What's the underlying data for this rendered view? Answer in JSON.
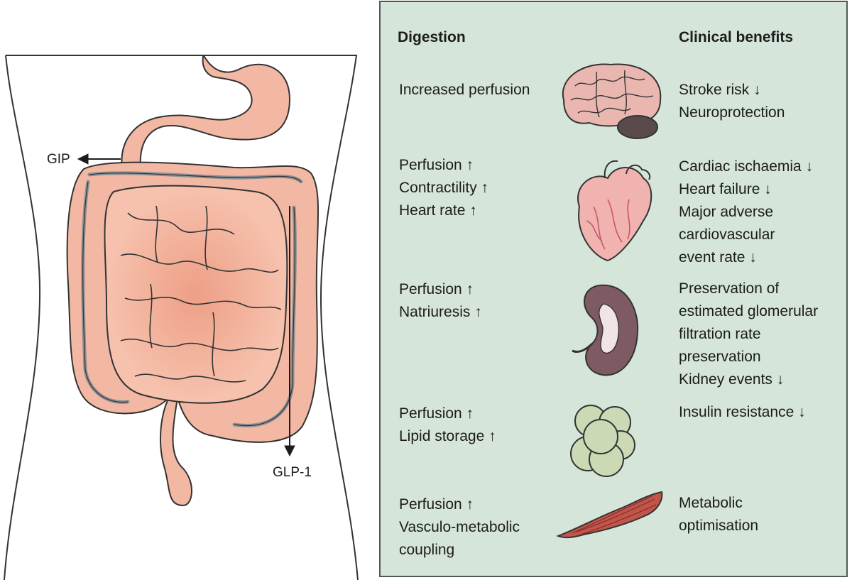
{
  "left": {
    "gip_label": "GIP",
    "glp1_label": "GLP-1"
  },
  "panel": {
    "header_left": "Digestion",
    "header_right": "Clinical benefits",
    "rows": [
      {
        "organ": "brain-icon",
        "effects": [
          "Increased perfusion"
        ],
        "benefits": [
          "Stroke risk ↓",
          "Neuroprotection"
        ]
      },
      {
        "organ": "heart-icon",
        "effects": [
          "Perfusion ↑",
          "Contractility ↑",
          "Heart rate ↑"
        ],
        "benefits": [
          "Cardiac ischaemia ↓",
          "Heart failure ↓",
          "Major adverse",
          "cardiovascular",
          "event rate ↓"
        ]
      },
      {
        "organ": "kidney-icon",
        "effects": [
          "Perfusion ↑",
          "Natriuresis ↑"
        ],
        "benefits": [
          "Preservation of",
          "estimated glomerular",
          "filtration rate",
          "preservation",
          "Kidney events ↓"
        ]
      },
      {
        "organ": "adipocytes-icon",
        "effects": [
          "Perfusion ↑",
          "Lipid storage ↑"
        ],
        "benefits": [
          "Insulin resistance ↓"
        ]
      },
      {
        "organ": "muscle-icon",
        "effects": [
          "Perfusion ↑",
          "Vasculo-metabolic",
          "coupling"
        ],
        "benefits": [
          "Metabolic",
          "optimisation"
        ]
      }
    ]
  },
  "colors": {
    "panel_bg": "#d5e5da",
    "organ_pink": "#f3b8a3",
    "vessel_grey": "#8d9094"
  }
}
